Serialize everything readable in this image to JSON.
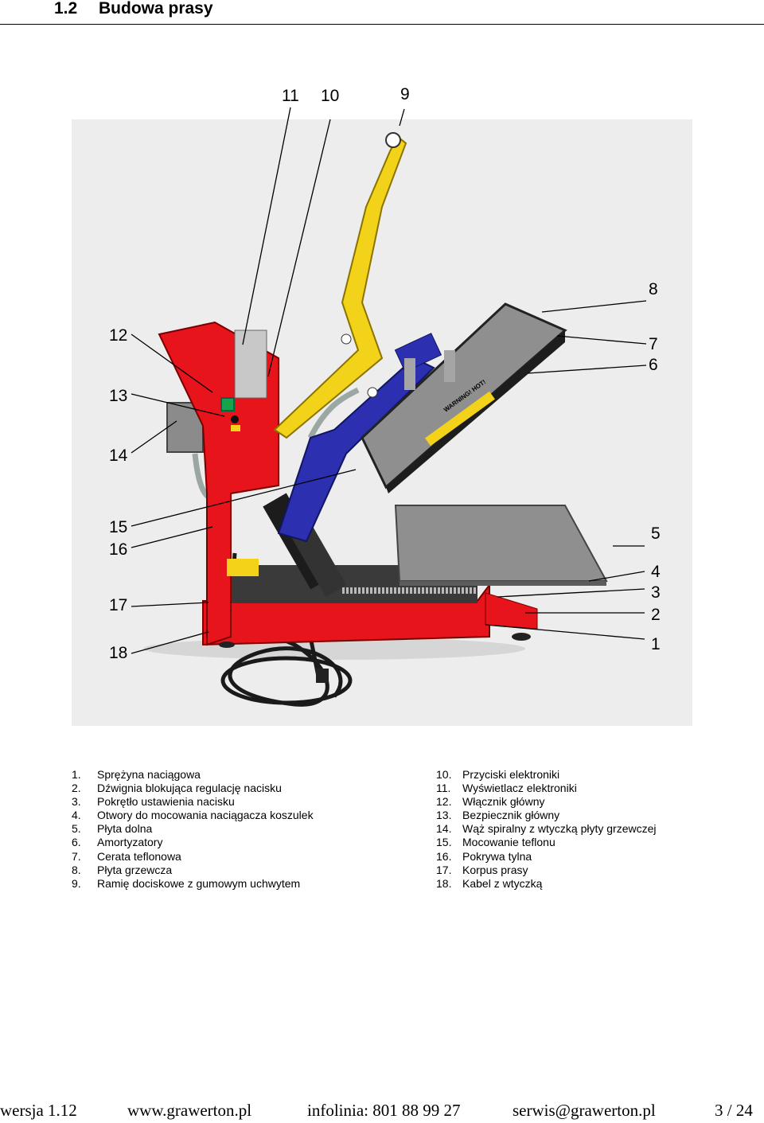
{
  "section": {
    "number": "1.2",
    "title": "Budowa prasy"
  },
  "callouts": {
    "c1": "1",
    "c2": "2",
    "c3": "3",
    "c4": "4",
    "c5": "5",
    "c6": "6",
    "c7": "7",
    "c8": "8",
    "c9": "9",
    "c10": "10",
    "c11": "11",
    "c12": "12",
    "c13": "13",
    "c14": "14",
    "c15": "15",
    "c16": "16",
    "c17": "17",
    "c18": "18"
  },
  "label_on_press": "WARNING! HOT!",
  "parts_left": [
    {
      "n": "1.",
      "label": "Sprężyna naciągowa"
    },
    {
      "n": "2.",
      "label": "Dźwignia blokująca regulację nacisku"
    },
    {
      "n": "3.",
      "label": "Pokrętło ustawienia nacisku"
    },
    {
      "n": "4.",
      "label": "Otwory do mocowania naciągacza koszulek"
    },
    {
      "n": "5.",
      "label": "Płyta dolna"
    },
    {
      "n": "6.",
      "label": "Amortyzatory"
    },
    {
      "n": "7.",
      "label": "Cerata teflonowa"
    },
    {
      "n": "8.",
      "label": "Płyta grzewcza"
    },
    {
      "n": "9.",
      "label": "Ramię dociskowe z gumowym uchwytem"
    }
  ],
  "parts_right": [
    {
      "n": "10.",
      "label": "Przyciski elektroniki"
    },
    {
      "n": "11.",
      "label": "Wyświetlacz elektroniki"
    },
    {
      "n": "12.",
      "label": "Włącznik główny"
    },
    {
      "n": "13.",
      "label": "Bezpiecznik główny"
    },
    {
      "n": "14.",
      "label": "Wąż spiralny z wtyczką płyty grzewczej"
    },
    {
      "n": "15.",
      "label": "Mocowanie teflonu"
    },
    {
      "n": "16.",
      "label": "Pokrywa tylna"
    },
    {
      "n": "17.",
      "label": "Korpus prasy"
    },
    {
      "n": "18.",
      "label": "Kabel z wtyczką"
    }
  ],
  "footer": {
    "version": "wersja 1.12",
    "website": "www.grawerton.pl",
    "hotline": "infolinia: 801 88 99 27",
    "email": "serwis@grawerton.pl",
    "page": "3 / 24"
  },
  "colors": {
    "body_red": "#e8141c",
    "arm_yellow": "#f3d31a",
    "arm_blue": "#2b2fb0",
    "platen_gray": "#8f8f8f",
    "background": "#ededed"
  }
}
